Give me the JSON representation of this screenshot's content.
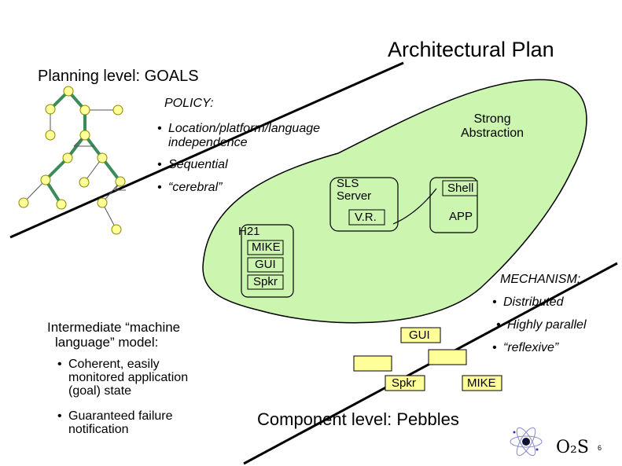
{
  "title": "Architectural Plan",
  "planning_level": "Planning level: GOALS",
  "component_level": "Component level: Pebbles",
  "policy": {
    "heading": "POLICY:",
    "items": [
      {
        "line1": "Location/platform/language",
        "line2": "independence"
      },
      {
        "line1": "Sequential",
        "line2": ""
      },
      {
        "line1": "“cerebral”",
        "line2": ""
      }
    ]
  },
  "strong_abstraction": {
    "line1": "Strong",
    "line2": "Abstraction"
  },
  "boxes": {
    "sls_server": {
      "line1": "SLS",
      "line2": "Server"
    },
    "shell": "Shell",
    "vr": "V.R.",
    "app": "APP",
    "h21": "H21",
    "mike_top": "MIKE",
    "gui_top": "GUI",
    "spkr_top": "Spkr",
    "gui_bottom": "GUI",
    "spkr_bottom": "Spkr",
    "mike_bottom": "MIKE"
  },
  "mechanism": {
    "heading": "MECHANISM:",
    "items": [
      "Distributed",
      "Highly parallel",
      "“reflexive”"
    ]
  },
  "intermediate": {
    "heading_line1": "Intermediate “machine",
    "heading_line2": "language” model:",
    "items": [
      {
        "lines": [
          "Coherent, easily",
          "monitored application",
          "(goal) state"
        ]
      },
      {
        "lines": [
          "Guaranteed failure",
          "notification"
        ]
      }
    ]
  },
  "logo": {
    "text": "O₂S",
    "icon": "atom-icon"
  },
  "page_number": "6",
  "colors": {
    "blob_fill": "#ccf5b0",
    "tree_green": "#3a8c5a",
    "node_fill": "#ffff99",
    "pebble_fill": "#ffff99"
  }
}
